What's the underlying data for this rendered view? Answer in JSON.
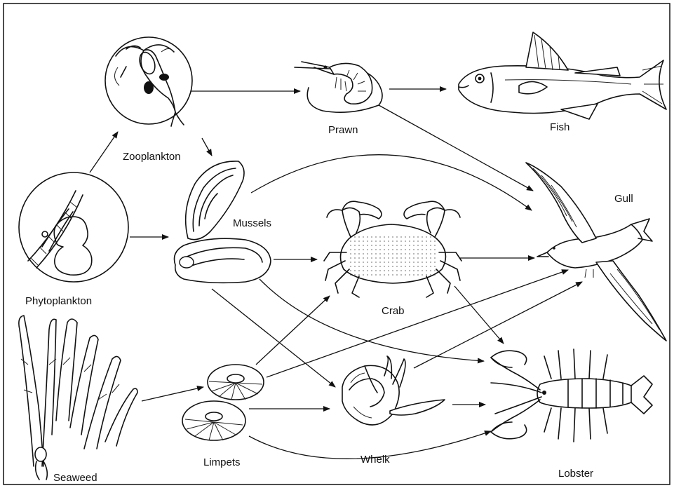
{
  "organisms": {
    "zooplankton": "Zooplankton",
    "phytoplankton": "Phytoplankton",
    "seaweed": "Seaweed",
    "mussels": "Mussels",
    "limpets": "Limpets",
    "prawn": "Prawn",
    "fish": "Fish",
    "crab": "Crab",
    "whelk": "Whelk",
    "gull": "Gull",
    "lobster": "Lobster"
  },
  "links": [
    {
      "from": "Phytoplankton",
      "to": "Zooplankton"
    },
    {
      "from": "Phytoplankton",
      "to": "Mussels"
    },
    {
      "from": "Zooplankton",
      "to": "Prawn"
    },
    {
      "from": "Zooplankton",
      "to": "Mussels"
    },
    {
      "from": "Prawn",
      "to": "Fish"
    },
    {
      "from": "Prawn",
      "to": "Gull"
    },
    {
      "from": "Mussels",
      "to": "Gull"
    },
    {
      "from": "Mussels",
      "to": "Crab"
    },
    {
      "from": "Mussels",
      "to": "Whelk"
    },
    {
      "from": "Mussels",
      "to": "Lobster"
    },
    {
      "from": "Seaweed",
      "to": "Limpets"
    },
    {
      "from": "Limpets",
      "to": "Crab"
    },
    {
      "from": "Limpets",
      "to": "Gull"
    },
    {
      "from": "Limpets",
      "to": "Whelk"
    },
    {
      "from": "Limpets",
      "to": "Lobster"
    },
    {
      "from": "Crab",
      "to": "Gull"
    },
    {
      "from": "Crab",
      "to": "Lobster"
    },
    {
      "from": "Whelk",
      "to": "Gull"
    },
    {
      "from": "Whelk",
      "to": "Lobster"
    }
  ]
}
